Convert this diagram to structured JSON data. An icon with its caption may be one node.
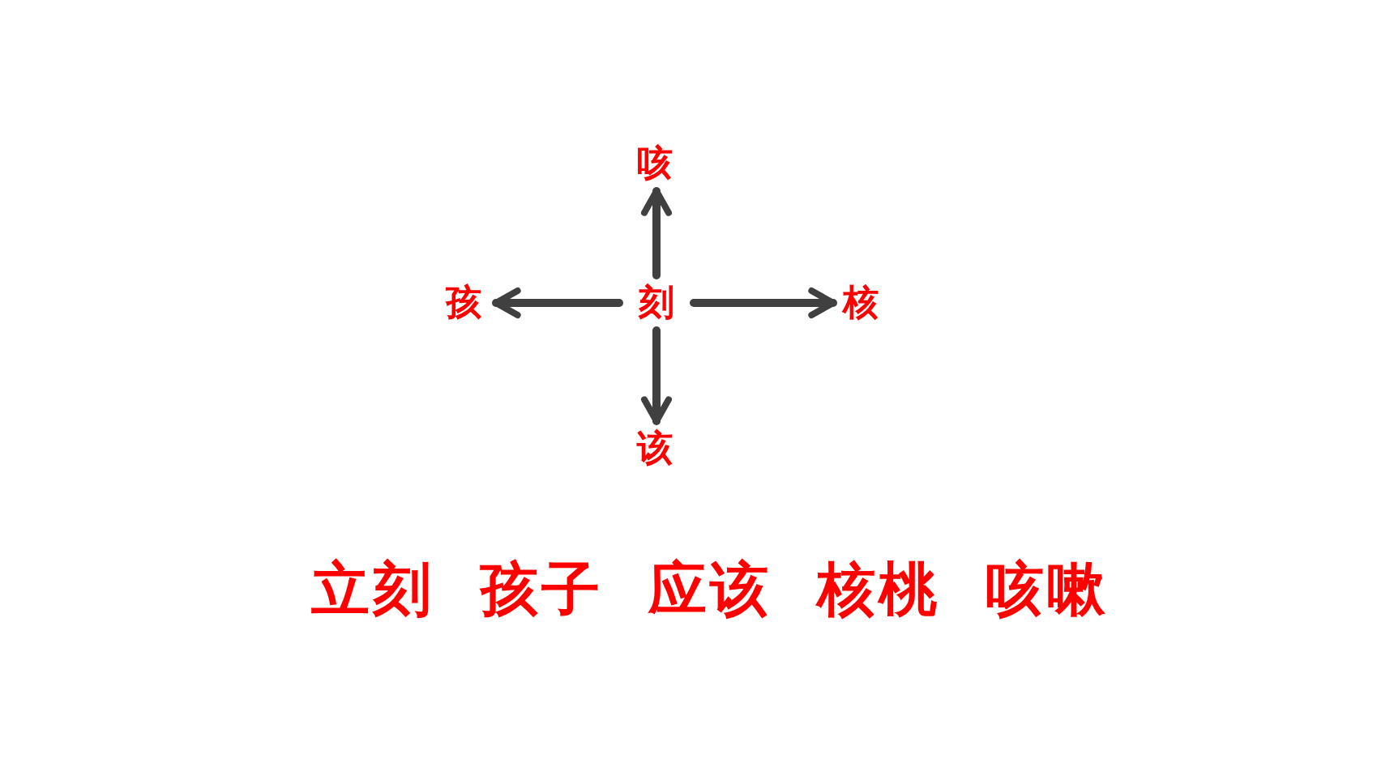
{
  "diagram": {
    "nodes": [
      {
        "text": [
          "刻"
        ]
      },
      {
        "text": [
          "咳"
        ]
      },
      {
        "text": [
          "孩"
        ]
      },
      {
        "text": [
          "核"
        ]
      },
      {
        "text": [
          "该"
        ]
      }
    ],
    "edges": [
      {
        "from": 0,
        "to": 1,
        "arrow": "to"
      },
      {
        "from": 0,
        "to": 2,
        "arrow": "to"
      },
      {
        "from": 0,
        "to": 3,
        "arrow": "to"
      },
      {
        "from": 0,
        "to": 4,
        "arrow": "to"
      }
    ],
    "labels": [
      "立刻",
      "孩子",
      "应该",
      "核桃",
      "咳嗽"
    ]
  }
}
